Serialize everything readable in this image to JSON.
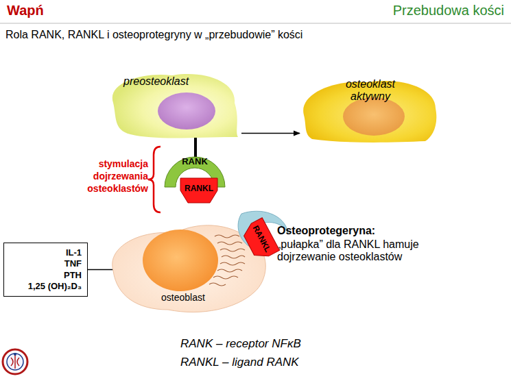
{
  "diagram": {
    "title": "Rola RANK, RANKL i osteoprotegryny w „przebudowie” kości",
    "nodes": [
      {
        "text": [
          "preosteoklast"
        ]
      },
      {
        "text": [
          "osteoklast aktywny"
        ]
      },
      {
        "text": [
          "RANK"
        ]
      },
      {
        "text": [
          "RANKL"
        ]
      },
      {
        "text": [
          "IL-1",
          "TNF",
          "PTH",
          "1,25 (OH)₂D₃"
        ]
      },
      {
        "text": [
          "osteoblast"
        ]
      },
      {
        "text": [
          "RANKL"
        ]
      },
      {
        "text": [
          "Osteoprotegeryna:",
          "„pułapka” dla RANKL hamuje dojrzewanie osteoklastów"
        ]
      }
    ],
    "edges": [
      {
        "from": 0,
        "to": 1,
        "arrow": "to"
      },
      {
        "from": 0,
        "to": 2,
        "arrow": "none"
      },
      {
        "from": 4,
        "to": 5,
        "arrow": "to"
      }
    ],
    "labels": [
      "Wapń",
      "Przebudowa kości",
      "stymulacja dojrzewania osteoklastów",
      "RANK – receptor NFκB",
      "RANKL – ligand RANK"
    ]
  }
}
